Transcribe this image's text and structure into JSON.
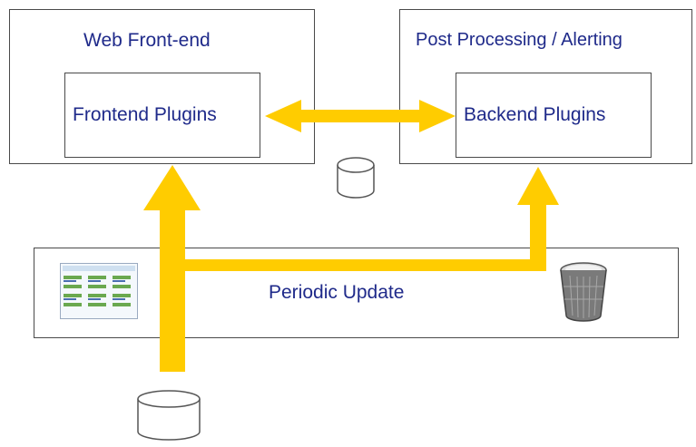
{
  "web_frontend": {
    "title": "Web Front-end",
    "plugins_label": "Frontend Plugins"
  },
  "post_processing": {
    "title": "Post Processing / Alerting",
    "plugins_label": "Backend Plugins"
  },
  "periodic_update": {
    "label": "Periodic Update"
  },
  "colors": {
    "arrow": "#FFCC00",
    "text": "#1F2A8A",
    "border": "#4A4A4A"
  },
  "icons": [
    "database-cylinder-icon",
    "dashboard-thumbnail-icon",
    "trash-bin-icon",
    "database-cylinder-icon"
  ]
}
